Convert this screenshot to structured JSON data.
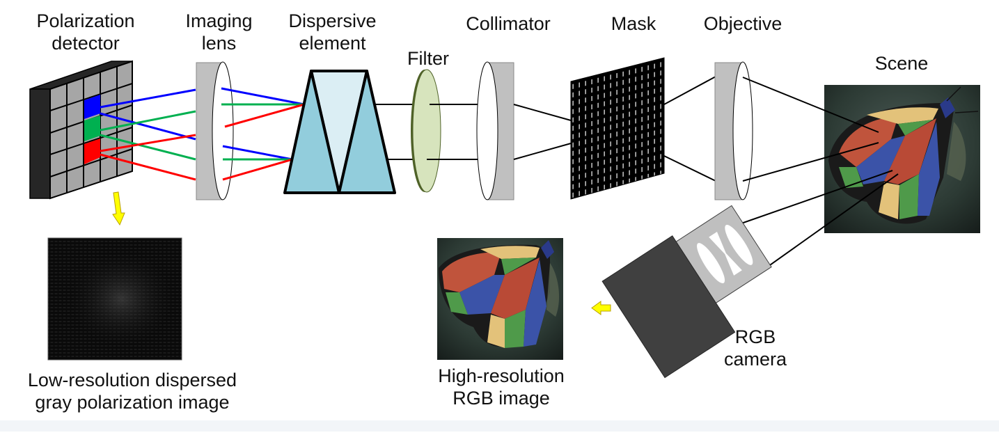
{
  "labels": {
    "polarization_detector": [
      "Polarization",
      "detector"
    ],
    "imaging_lens": [
      "Imaging",
      "lens"
    ],
    "dispersive_element": [
      "Dispersive",
      "element"
    ],
    "filter": "Filter",
    "collimator": "Collimator",
    "mask": "Mask",
    "objective": "Objective",
    "scene": "Scene",
    "low_res_image": [
      "Low-resolution dispersed",
      "gray polarization image"
    ],
    "high_res_image": [
      "High-resolution",
      "RGB image"
    ],
    "rgb_camera": [
      "RGB",
      "camera"
    ]
  },
  "colors": {
    "ray_blue": "#0000ff",
    "ray_green": "#00b050",
    "ray_red": "#ff0000",
    "arrow_yellow": "#ffff00",
    "prism_dark": "#92cddc",
    "prism_light": "#dbeef4",
    "filter_green": "#d7e4bd",
    "lens_gray": "#c0c0c0",
    "detector_cell": "#a6a6a6",
    "camera_body": "#404040"
  }
}
